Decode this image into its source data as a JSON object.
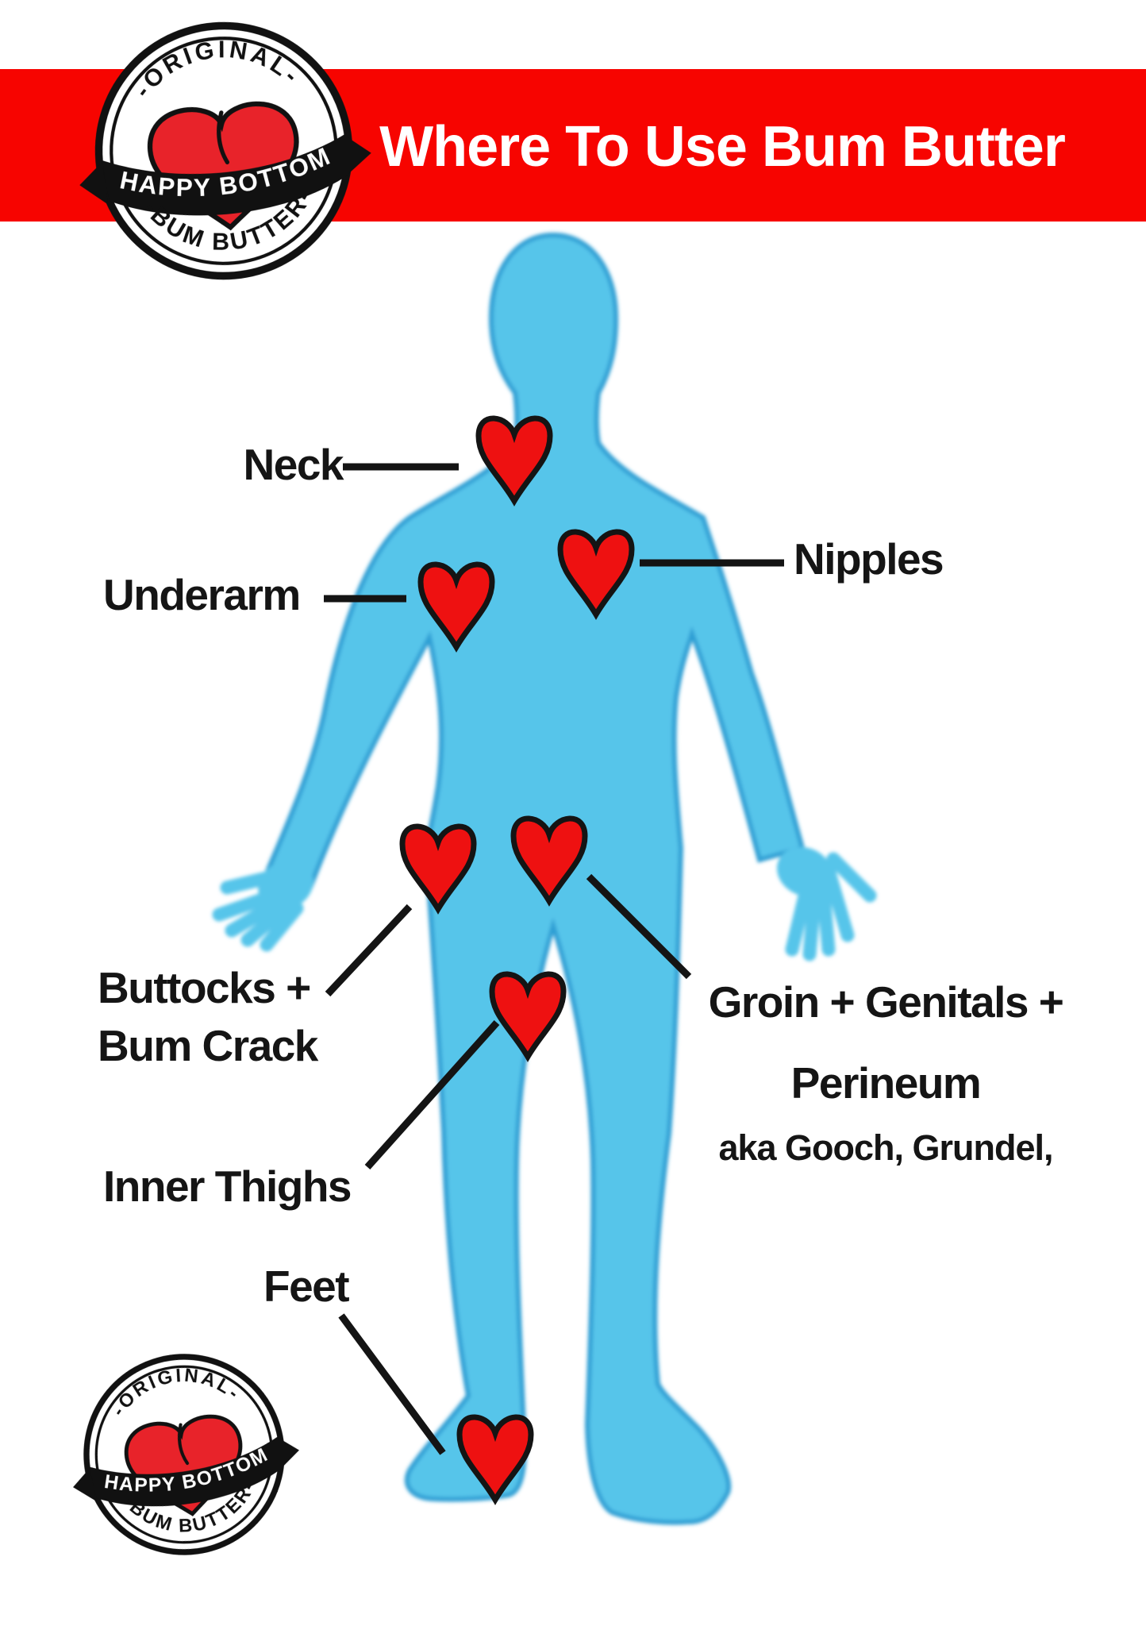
{
  "title": "Where To Use Bum Butter",
  "logo": {
    "top_text": "-ORIGINAL-",
    "ribbon_text": "HAPPY BOTTOM",
    "bottom_text": "-BUM BUTTER-"
  },
  "labels": {
    "neck": "Neck",
    "nipples": "Nipples",
    "underarm": "Underarm",
    "buttocks_line1": "Buttocks +",
    "buttocks_line2": "Bum Crack",
    "groin_line1": "Groin + Genitals +",
    "groin_line2": "Perineum",
    "groin_line3": "aka Gooch, Grundel,",
    "inner_thighs": "Inner Thighs",
    "feet": "Feet"
  },
  "heart_locations": [
    "neck",
    "nipples",
    "underarm",
    "buttocks",
    "groin",
    "inner-thighs",
    "feet"
  ],
  "colors": {
    "banner_red": "#f70400",
    "heart_red": "#ee1111",
    "badge_heart_red": "#e8232a",
    "body_blue": "#56c5ea",
    "body_blue_edge": "#2f9fd4",
    "line_black": "#141414",
    "text_black": "#151515"
  }
}
